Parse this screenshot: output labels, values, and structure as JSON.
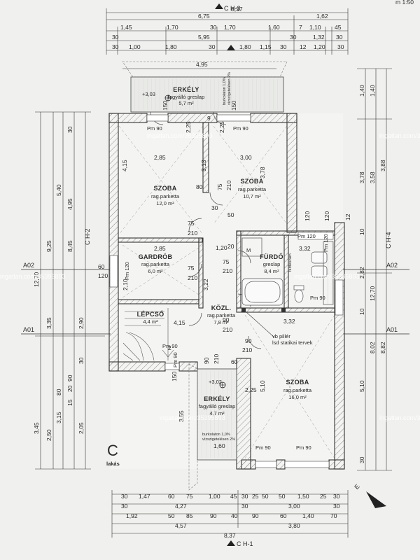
{
  "sections": {
    "ch3": "C H-3",
    "ch1": "C H-1",
    "ch2": "C H-2",
    "ch4": "C H-4"
  },
  "scale": "m 1:50",
  "apartment": {
    "letter": "C",
    "label": "lakás"
  },
  "rooms": [
    {
      "id": "erkely-top",
      "name": "ERKÉLY",
      "floor": "fagyálló greslap",
      "area": "5,7 m²",
      "level": "+3,03"
    },
    {
      "id": "szoba-1",
      "name": "SZOBA",
      "floor": "rag.parketta",
      "area": "12,0 m²"
    },
    {
      "id": "szoba-2",
      "name": "SZOBA",
      "floor": "rag.parketta",
      "area": "10,7 m²"
    },
    {
      "id": "gardrob",
      "name": "GARDRÓB",
      "floor": "rag.parketta",
      "area": "6,0 m²"
    },
    {
      "id": "furdo",
      "name": "FÜRDŐ",
      "floor": "greslap",
      "area": "8,4 m²"
    },
    {
      "id": "lepcso",
      "name": "LÉPCSŐ",
      "floor": "",
      "area": "4,4 m²"
    },
    {
      "id": "kozl",
      "name": "KÖZL.",
      "floor": "rag.parketta",
      "area": "7,8 m²"
    },
    {
      "id": "szoba-3",
      "name": "SZOBA",
      "floor": "rag.parketta",
      "area": "16,0 m²"
    },
    {
      "id": "erkely-bottom",
      "name": "ERKÉLY",
      "floor": "fagyálló greslap",
      "area": "4,7 m²",
      "level": "+3,02"
    }
  ],
  "notes": {
    "lejtes": "burkolaton 1,0%",
    "szigeteles": "vízszigetelésen 2%",
    "vb_piller": "vb pillér",
    "statika": "lsd statikai tervek",
    "ferdeszam": "ferdeszám"
  },
  "axes": {
    "a01": "A01",
    "a02": "A02"
  },
  "watermark": "ingatlan.com/35395893",
  "top_dims": {
    "row1": [
      "8,37"
    ],
    "row2": [
      "6,75",
      "1,62"
    ],
    "row3": [
      "1,45",
      "1,70",
      "30",
      "1,70",
      "1,60",
      "7",
      "1,10",
      "45"
    ],
    "row4": [
      "30",
      "5,95",
      "30",
      "1,32",
      "30"
    ],
    "row5": [
      "30",
      "1,00",
      "1,80",
      "30",
      "1,80",
      "1,15",
      "30",
      "12",
      "1,20",
      "30"
    ],
    "row6": [
      "4,95"
    ]
  },
  "bottom_dims": {
    "row1": [
      "30",
      "1,47",
      "60",
      "75",
      "1,00",
      "45",
      "30",
      "25",
      "50",
      "50",
      "1,50",
      "25",
      "30"
    ],
    "row2": [
      "30",
      "4,27",
      "30",
      "3,00",
      "30"
    ],
    "row3": [
      "1,92",
      "50",
      "85",
      "90",
      "40",
      "90",
      "60",
      "1,40",
      "70"
    ],
    "row4": [
      "4,57",
      "3,80"
    ],
    "row5": [
      "8,37"
    ]
  },
  "left_dims": {
    "col1": [
      "12,70",
      "3,45"
    ],
    "col2": [
      "9,25",
      "3,35",
      "2,50"
    ],
    "col3": [
      "5,40",
      "80",
      "3,15"
    ],
    "col4": [
      "30",
      "4,95",
      "8,45",
      "15",
      "20",
      "2,90",
      "90",
      "2,05",
      "30"
    ]
  },
  "right_dims": {
    "col1": [
      "1,40",
      "3,78",
      "10",
      "2,82",
      "10",
      "5,10",
      "30"
    ],
    "col2": [
      "1,40",
      "3,58",
      "12,70",
      "8,02"
    ],
    "col3": [
      "3,88",
      "8,82"
    ]
  },
  "inner_dims": [
    "3,13",
    "2,85",
    "3,00",
    "4,15",
    "3,78",
    "2,85",
    "3,32",
    "2,10",
    "1,20",
    "3,22",
    "4,15",
    "3,32",
    "5,10",
    "3,55",
    "1,60",
    "2,25",
    "2,25",
    "2,25",
    "75",
    "210",
    "75",
    "210",
    "75",
    "210",
    "75",
    "210",
    "90",
    "210",
    "90",
    "210",
    "90",
    "210",
    "150",
    "150",
    "150",
    "60",
    "120",
    "120",
    "120",
    "30",
    "12",
    "9",
    "50",
    "20",
    "80",
    "2",
    "60"
  ],
  "openings": [
    "Pm 90",
    "Pm 90",
    "Pm 90",
    "Pm 90",
    "Pm 90",
    "Pm 90",
    "Pm 120",
    "Pm 120",
    "Pm 120",
    "Pm 90",
    "M"
  ]
}
